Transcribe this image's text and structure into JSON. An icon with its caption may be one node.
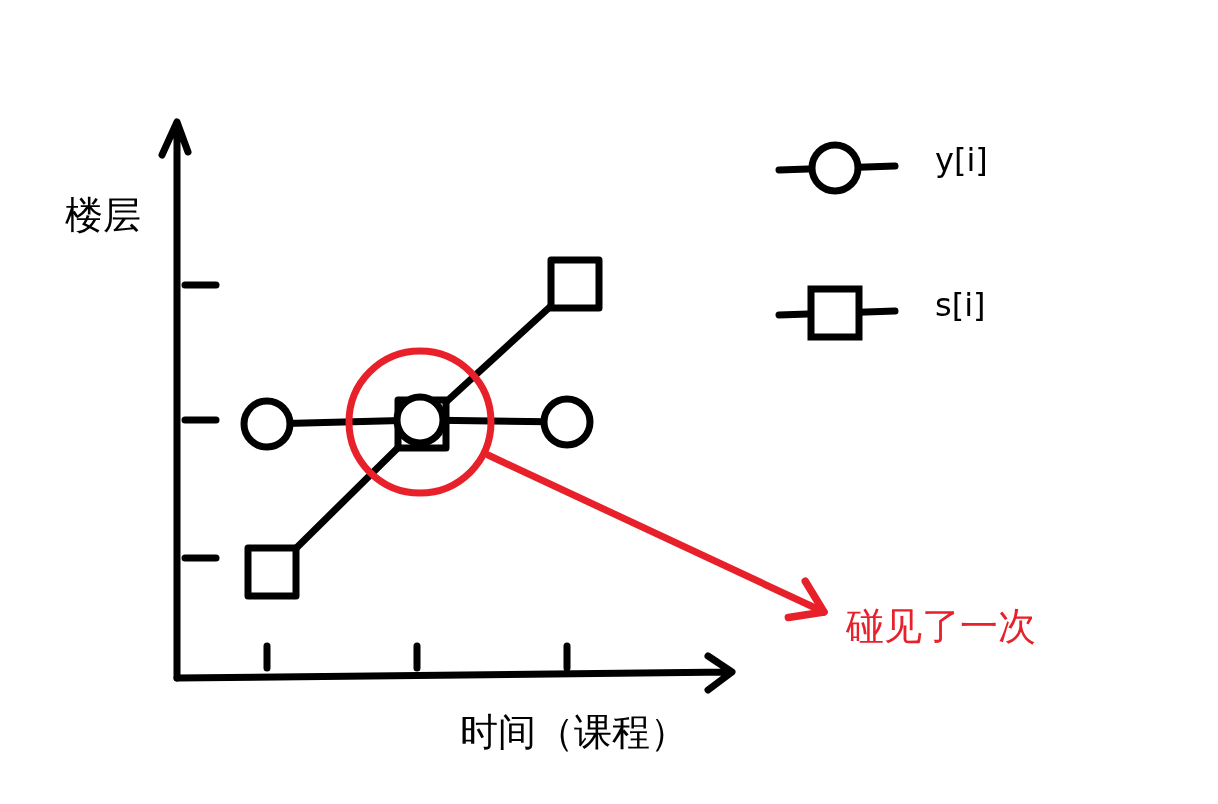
{
  "diagram": {
    "nodes": [
      {
        "text": [],
        "shape": "circle"
      },
      {
        "text": [
          "碰见了一次"
        ]
      }
    ],
    "edges": [
      {
        "from": 0,
        "to": 1,
        "arrow": "to",
        "color": "#e8202a"
      }
    ],
    "labels": [
      "楼层",
      "时间（课程）"
    ],
    "legend": [
      {
        "text": "y[i]"
      },
      {
        "text": "s[i]"
      }
    ]
  }
}
